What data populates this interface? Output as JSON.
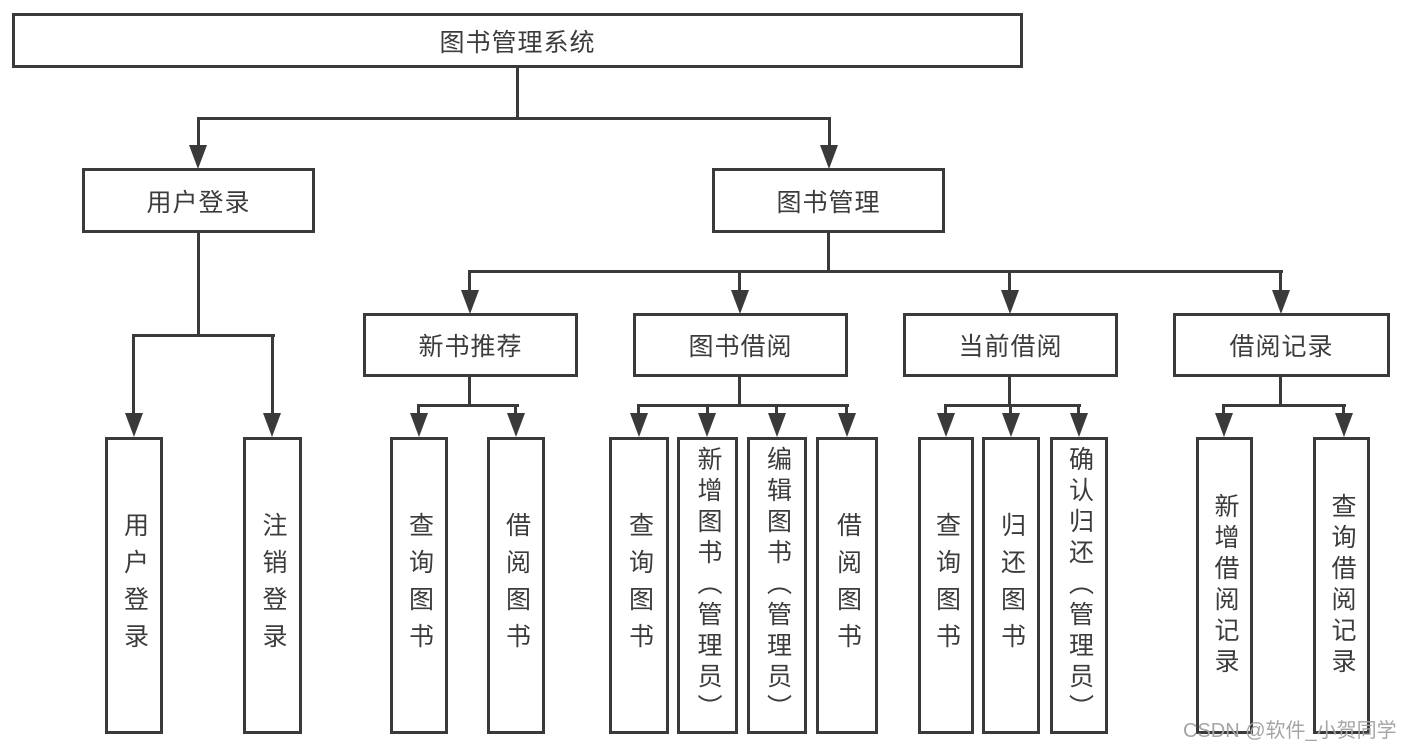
{
  "diagram": {
    "title": "图书管理系统",
    "watermark": "CSDN @软件_小贺同学",
    "colors": {
      "line": "#3a3a3a",
      "text": "#3c3c3c",
      "background": "#ffffff",
      "watermark": "#a5a5a5"
    }
  },
  "nodes": {
    "root": {
      "label": "图书管理系统"
    },
    "level2": [
      {
        "label": "用户登录"
      },
      {
        "label": "图书管理"
      }
    ],
    "level3": [
      {
        "label": "新书推荐"
      },
      {
        "label": "图书借阅"
      },
      {
        "label": "当前借阅"
      },
      {
        "label": "借阅记录"
      }
    ],
    "leaves": {
      "user_login": [
        "用户登录",
        "注销登录"
      ],
      "new_book": [
        "查询图书",
        "借阅图书"
      ],
      "book_borrow": [
        "查询图书",
        "新增图书（管理员）",
        "编辑图书（管理员）",
        "借阅图书"
      ],
      "current_borrow": [
        "查询图书",
        "归还图书",
        "确认归还（管理员）"
      ],
      "borrow_record": [
        "新增借阅记录",
        "查询借阅记录"
      ]
    }
  }
}
